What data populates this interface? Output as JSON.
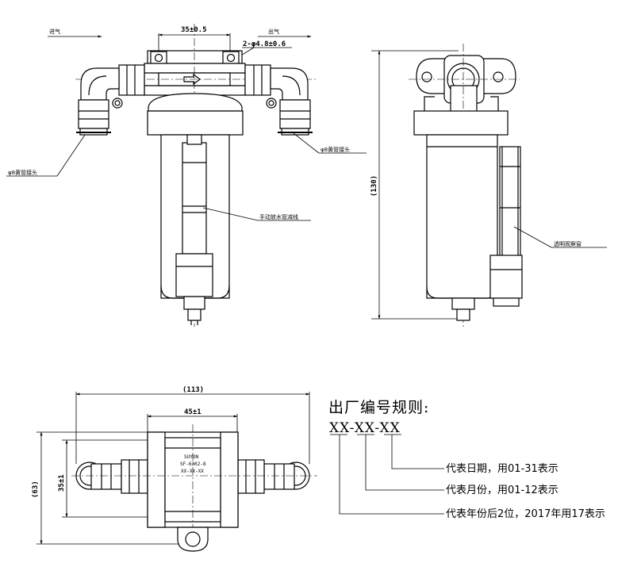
{
  "front_view": {
    "inlet_label": "进气",
    "outlet_label": "出气",
    "dim_width": "35±0.5",
    "dim_holes": "2-φ4.8±0.6",
    "left_fitting_label": "φ8黄管接头",
    "right_fitting_label": "φ8黄管接头",
    "drain_label": "手动放水管减线"
  },
  "side_view": {
    "dim_height": "(130)",
    "bowl_label": "透明观察窗"
  },
  "top_view": {
    "dim_total_width": "(113)",
    "dim_body_width": "45±1",
    "dim_height": "(63)",
    "dim_mount": "35±1",
    "body_text": [
      "SUYON",
      "SF-6302-8",
      "XX-XX-XX"
    ]
  },
  "serial_rule": {
    "title": "出厂编号规则:",
    "code": "XX-XX-XX",
    "notes": [
      "代表日期，用01-31表示",
      "代表月份，用01-12表示",
      "代表年份后2位，2017年用17表示"
    ]
  }
}
